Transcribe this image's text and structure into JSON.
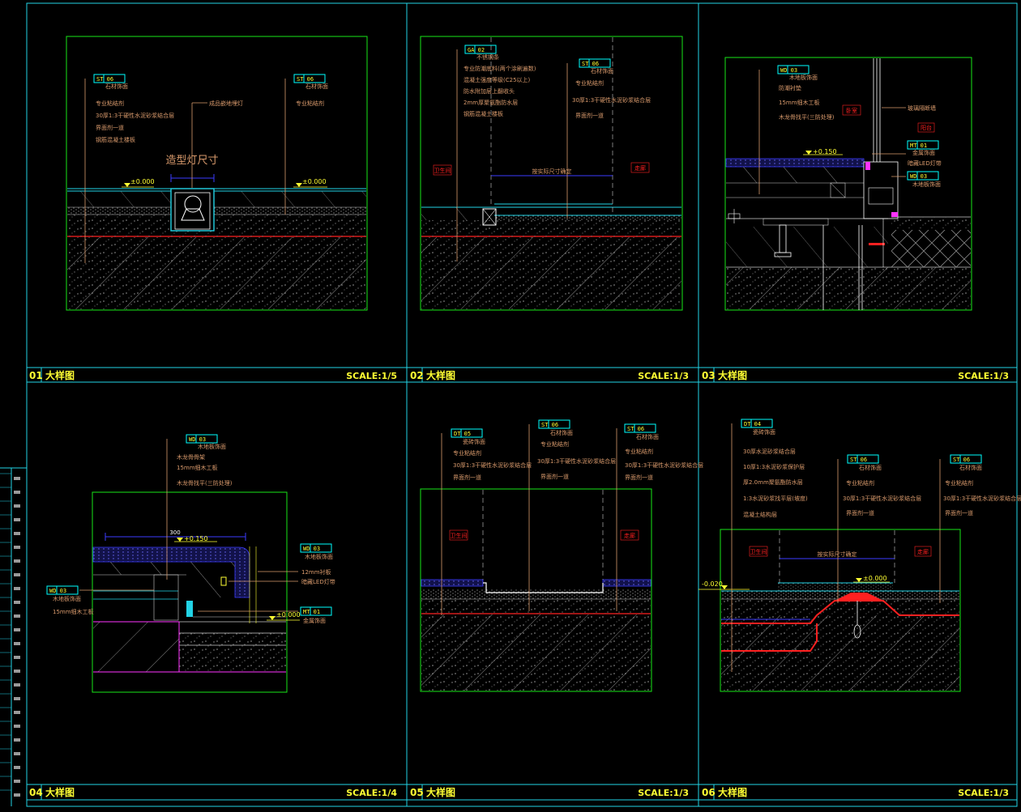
{
  "colors": {
    "background": "#000000",
    "frame_cyan": "#22d3e6",
    "border_green": "#17e617",
    "leader_tan": "#d99a6c",
    "tag_yellow": "#ffff33",
    "tag_box": "#00ffff",
    "ground_line": "#ff2020",
    "blue": "#3b3bff",
    "magenta": "#ff33ff",
    "label_red": "#ff2020",
    "hatch_gray": "#8a8a8a"
  },
  "panels": [
    {
      "number": "01",
      "title": "大样图",
      "scale": "SCALE:1/5",
      "center_label": "造型灯尺寸",
      "elevations": [
        "±0.000",
        "±0.000"
      ],
      "tags": [
        {
          "code": "ST  06",
          "desc": "石材饰面",
          "notes": [
            "专业粘结剂",
            "30厚1:3干硬性水泥砂浆结合层",
            "界面剂一道",
            "钢筋混凝土楼板"
          ]
        },
        {
          "code": "ST  06",
          "desc": "石材饰面",
          "notes": [
            "专业粘结剂"
          ]
        }
      ],
      "mid_note": "成品嵌地埋灯"
    },
    {
      "number": "02",
      "title": "大样图",
      "scale": "SCALE:1/3",
      "dimension_label": "按实际尺寸确定",
      "room_labels": [
        "卫生间",
        "走廊"
      ],
      "tags": [
        {
          "code": "GA  02",
          "desc": "不锈钢条",
          "notes": [
            "专业防潮底料(两个涂刷遍数)",
            "混凝土强度等级(C25以上)",
            "防水附加层上翻收头",
            "2mm厚聚氨酯防水层",
            "钢筋混凝土楼板"
          ]
        },
        {
          "code": "ST  06",
          "desc": "石材饰面",
          "notes": [
            "专业粘结剂",
            "30厚1:3干硬性水泥砂浆结合层",
            "界面剂一道"
          ]
        }
      ]
    },
    {
      "number": "03",
      "title": "大样图",
      "scale": "SCALE:1/3",
      "elevations": [
        "+0.150"
      ],
      "room_labels": [
        "卧室",
        "阳台"
      ],
      "tags": [
        {
          "code": "WD  03",
          "desc": "木地板饰面",
          "notes": [
            "防潮衬垫",
            "15mm细木工板",
            "木龙骨找平(三防处理)"
          ]
        },
        {
          "code": "MT  01",
          "desc": "金属饰面",
          "notes": [
            "暗藏LED灯带"
          ]
        },
        {
          "code": "WD  03",
          "desc": "木地板饰面",
          "notes": []
        }
      ],
      "side_note": "玻璃隔断墙"
    },
    {
      "number": "04",
      "title": "大样图",
      "scale": "SCALE:1/4",
      "elevations": [
        "+0.150",
        "±0.000"
      ],
      "dimension_label": "300",
      "tags": [
        {
          "code": "WD  03",
          "desc": "木地板饰面",
          "notes": [
            "木龙骨骨架",
            "15mm细木工板",
            "木龙骨找平(三防处理)"
          ]
        },
        {
          "code": "WD  03",
          "desc": "木地板饰面",
          "notes": [
            "12mm衬板",
            "暗藏LED灯带"
          ]
        },
        {
          "code": "WD  03",
          "desc": "木地板饰面",
          "notes": [
            "15mm细木工板"
          ]
        },
        {
          "code": "MT  01",
          "desc": "金属饰面",
          "notes": []
        }
      ]
    },
    {
      "number": "05",
      "title": "大样图",
      "scale": "SCALE:1/3",
      "room_labels": [
        "卫生间",
        "走廊"
      ],
      "tags": [
        {
          "code": "DT  05",
          "desc": "瓷砖饰面",
          "notes": [
            "专业粘结剂",
            "30厚1:3干硬性水泥砂浆结合层",
            "界面剂一道"
          ]
        },
        {
          "code": "ST  06",
          "desc": "石材饰面",
          "notes": [
            "专业粘结剂",
            "30厚1:3干硬性水泥砂浆结合层",
            "界面剂一道"
          ]
        },
        {
          "code": "ST  06",
          "desc": "石材饰面",
          "notes": [
            "专业粘结剂",
            "30厚1:3干硬性水泥砂浆结合层",
            "界面剂一道"
          ]
        }
      ]
    },
    {
      "number": "06",
      "title": "大样图",
      "scale": "SCALE:1/3",
      "elevations": [
        "-0.020",
        "±0.000"
      ],
      "dimension_label": "按实际尺寸确定",
      "room_labels": [
        "卫生间",
        "走廊"
      ],
      "tags": [
        {
          "code": "DT  04",
          "desc": "瓷砖饰面",
          "notes": [
            "30厚水泥砂浆结合层",
            "10厚1:3水泥砂浆保护层",
            "厚2.0mm聚氨酯防水层",
            "1:3水泥砂浆找平层(坡度)",
            "混凝土结构层"
          ]
        },
        {
          "code": "ST  06",
          "desc": "石材饰面",
          "notes": [
            "专业粘结剂",
            "30厚1:3干硬性水泥砂浆结合层",
            "界面剂一道"
          ]
        },
        {
          "code": "ST  06",
          "desc": "石材饰面",
          "notes": [
            "专业粘结剂",
            "30厚1:3干硬性水泥砂浆结合层",
            "界面剂一道"
          ]
        }
      ]
    }
  ]
}
